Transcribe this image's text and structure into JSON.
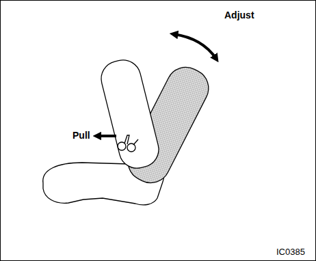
{
  "diagram": {
    "labels": [
      "Adjust",
      "Pull",
      "IC0385"
    ]
  }
}
